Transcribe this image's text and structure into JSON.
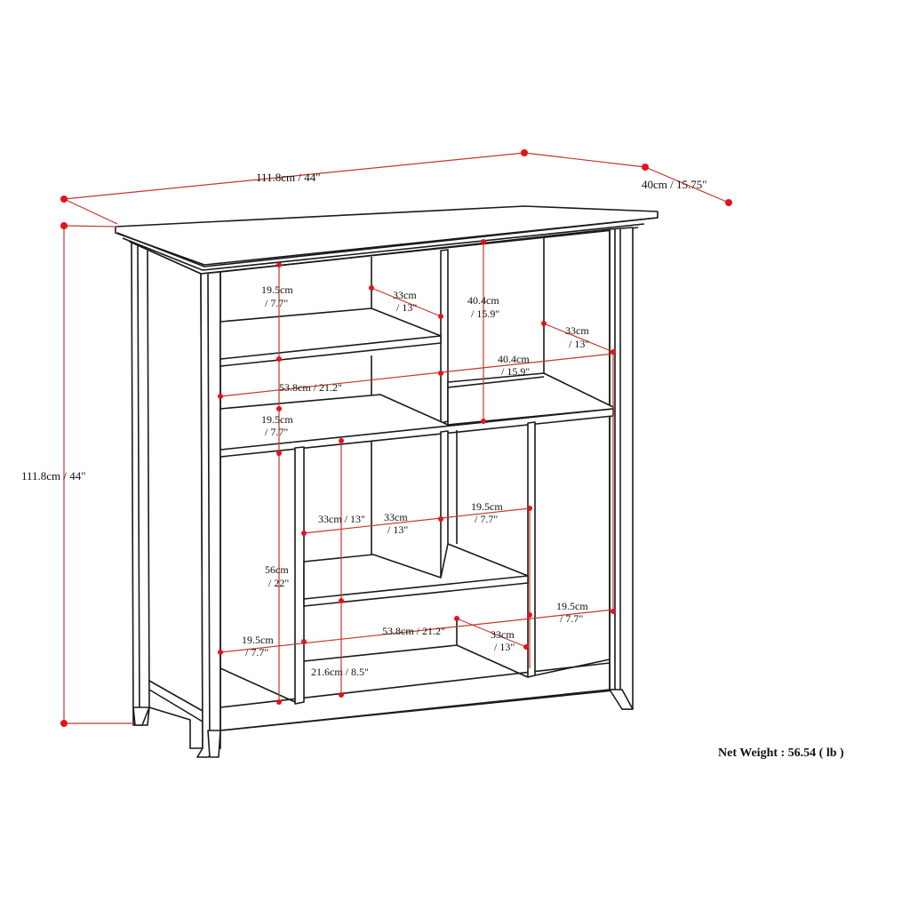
{
  "diagram": {
    "top_width_label": "111.8cm / 44\"",
    "depth_label": "40cm / 15.75\"",
    "height_label": "111.8cm / 44\"",
    "upper_left_opening_height": "19.5cm",
    "upper_left_opening_height_in": "/ 7.7\"",
    "upper_left_depth": "33cm",
    "upper_left_depth_in": "/ 13\"",
    "upper_right_height": "40.4cm",
    "upper_right_height_in": "/ 15.9\"",
    "upper_right_depth": "33cm",
    "upper_right_depth_in": "/ 13\"",
    "upper_right_width": "40.4cm",
    "upper_right_width_in": "/ 15.9\"",
    "upper_left_width": "53.8cm / 21.2\"",
    "second_left_height": "19.5cm",
    "second_left_height_in": "/ 7.7\"",
    "lower_left_height": "56cm",
    "lower_left_height_in": "/ 22\"",
    "lower_mid_depth_a": "33cm / 13\"",
    "lower_mid_depth_b": "33cm",
    "lower_mid_depth_b_in": "/ 13\"",
    "lower_mid_width": "19.5cm",
    "lower_mid_width_in": "/ 7.7\"",
    "lower_right_width": "19.5cm",
    "lower_right_width_in": "/ 7.7\"",
    "bottom_left_width": "19.5cm",
    "bottom_left_width_in": "/ 7.7\"",
    "bottom_width": "53.8cm / 21.2\"",
    "bottom_depth": "33cm",
    "bottom_depth_in": "/ 13\"",
    "bottom_height": "21.6cm / 8.5\""
  },
  "net_weight": "Net Weight : 56.54 ( lb )",
  "colors": {
    "dimension_line": "#c0392b",
    "dimension_dot": "#e3131b",
    "outline": "#1a1a1a"
  }
}
